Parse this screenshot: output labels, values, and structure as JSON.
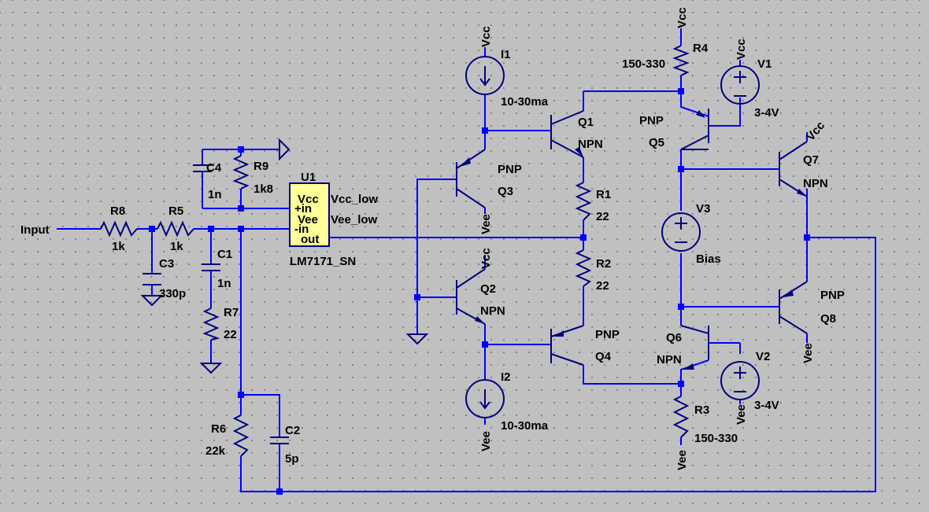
{
  "colors": {
    "background": "#c0c0c0",
    "wire": "#0000ff",
    "component": "#000080",
    "opamp_fill": "#ffff99"
  },
  "labels": {
    "input": "Input",
    "r8": "R8",
    "r8_val": "1k",
    "r5": "R5",
    "r5_val": "1k",
    "c3": "C3",
    "c3_val": "330p",
    "c4": "C4",
    "c4_val": "1n",
    "r9": "R9",
    "r9_val": "1k8",
    "c1": "C1",
    "c1_val": "1n",
    "r7": "R7",
    "r7_val": "22",
    "r6": "R6",
    "r6_val": "22k",
    "c2": "C2",
    "c2_val": "5p",
    "u1": "U1",
    "u1_part": "LM7171_SN",
    "pin_vcc": "Vcc",
    "pin_pin": "+in",
    "pin_vee": "Vee",
    "pin_nin": "-in",
    "pin_out": "out",
    "net_vcc_low": "Vcc_low",
    "net_vee_low": "Vee_low",
    "vcc": "Vcc",
    "vee": "Vee",
    "i1": "I1",
    "i1_val": "10-30ma",
    "i2": "I2",
    "i2_val": "10-30ma",
    "q1": "Q1",
    "q1_type": "NPN",
    "q2": "Q2",
    "q2_type": "NPN",
    "q3": "Q3",
    "q3_type": "PNP",
    "q4": "Q4",
    "q4_type": "PNP",
    "q5": "Q5",
    "q5_type": "PNP",
    "q6": "Q6",
    "q6_type": "NPN",
    "q7": "Q7",
    "q7_type": "NPN",
    "q8": "Q8",
    "q8_type": "PNP",
    "r1": "R1",
    "r1_val": "22",
    "r2": "R2",
    "r2_val": "22",
    "r3": "R3",
    "r3_val": "150-330",
    "r4": "R4",
    "r4_val": "150-330",
    "v1": "V1",
    "v1_val": "3-4V",
    "v2": "V2",
    "v2_val": "3-4V",
    "v3": "V3",
    "v3_val": "Bias"
  }
}
